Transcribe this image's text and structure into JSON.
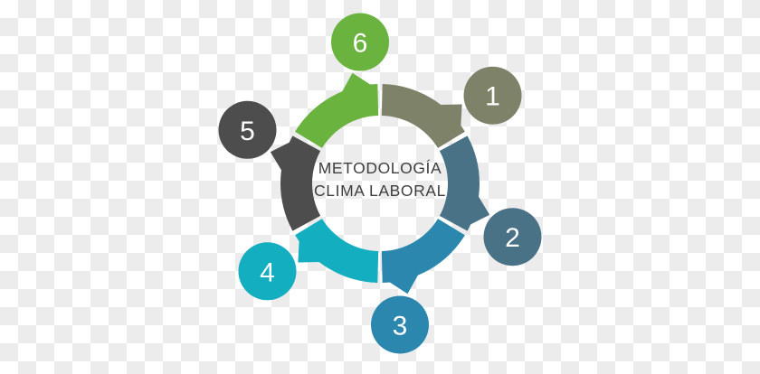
{
  "graphic": {
    "kind": "circular-process-diagram",
    "center_title_line1": "METODOLOGÍA",
    "center_title_line2": "CLIMA LABORAL",
    "center_text_color": "#3f3f3f",
    "background": "transparency-checkerboard",
    "checker_light": "#ffffff",
    "checker_dark": "#ececec",
    "step_count": 6
  },
  "steps": [
    {
      "number": "1",
      "color": "#7d8268",
      "segment_label": "segment-1",
      "node_label": "node-1",
      "start_angle_deg": 0,
      "end_angle_deg": 60
    },
    {
      "number": "2",
      "color": "#4a7287",
      "segment_label": "segment-2",
      "node_label": "node-2",
      "start_angle_deg": 60,
      "end_angle_deg": 120
    },
    {
      "number": "3",
      "color": "#2b87ad",
      "segment_label": "segment-3",
      "node_label": "node-3",
      "start_angle_deg": 120,
      "end_angle_deg": 180
    },
    {
      "number": "4",
      "color": "#13aec0",
      "segment_label": "segment-4",
      "node_label": "node-4",
      "start_angle_deg": 180,
      "end_angle_deg": 240
    },
    {
      "number": "5",
      "color": "#4d4d4d",
      "segment_label": "segment-5",
      "node_label": "node-5",
      "start_angle_deg": 240,
      "end_angle_deg": 300
    },
    {
      "number": "6",
      "color": "#6ab33e",
      "segment_label": "segment-6",
      "node_label": "node-6",
      "start_angle_deg": 300,
      "end_angle_deg": 360
    }
  ]
}
